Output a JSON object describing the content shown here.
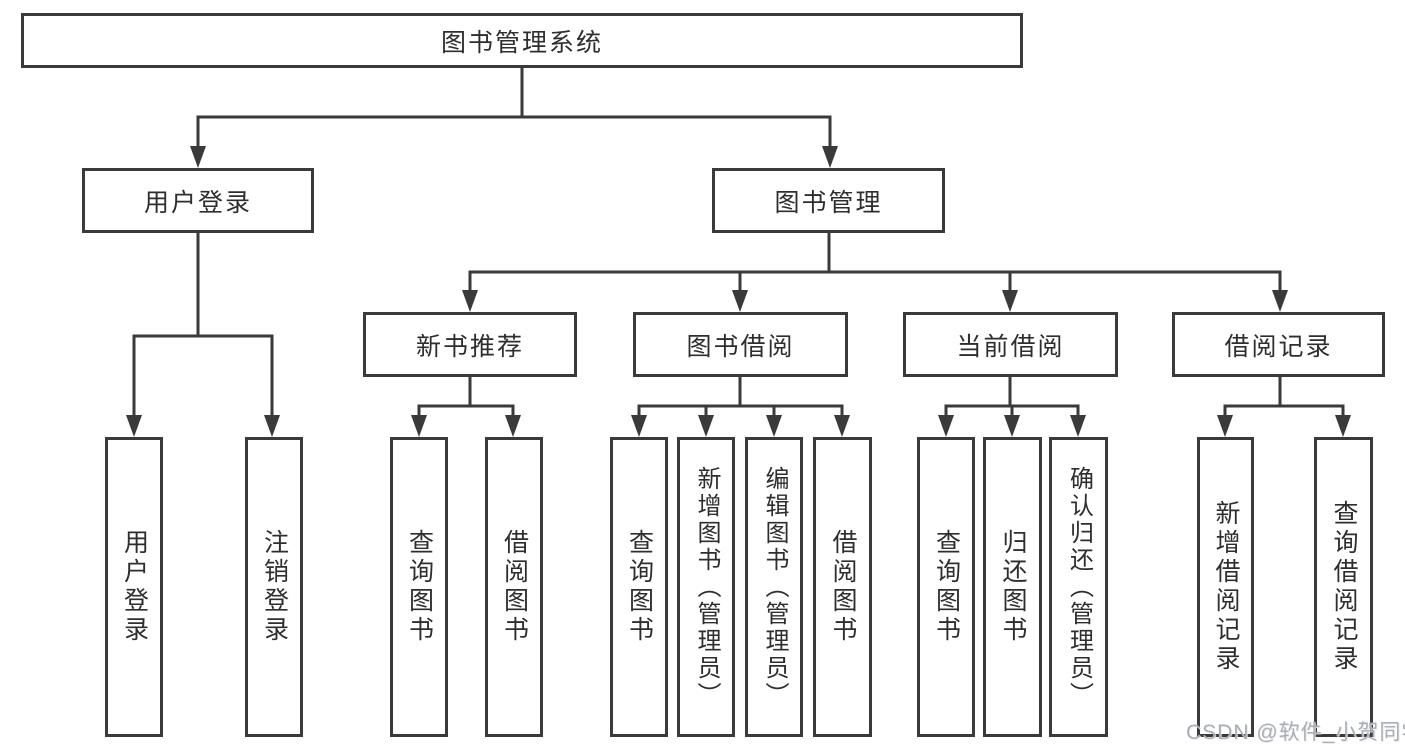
{
  "diagram": {
    "root": {
      "label": "图书管理系统"
    },
    "level2": {
      "user_login": {
        "label": "用户登录"
      },
      "book_mgmt": {
        "label": "图书管理"
      }
    },
    "level3": {
      "new_books": {
        "label": "新书推荐"
      },
      "book_borrow": {
        "label": "图书借阅"
      },
      "current_borrow": {
        "label": "当前借阅"
      },
      "borrow_records": {
        "label": "借阅记录"
      }
    },
    "leaves": {
      "user_login": {
        "label": "用户登录",
        "parent": "用户登录"
      },
      "logout": {
        "label": "注销登录",
        "parent": "用户登录"
      },
      "nb_query": {
        "label": "查询图书",
        "parent": "新书推荐"
      },
      "nb_borrow": {
        "label": "借阅图书",
        "parent": "新书推荐"
      },
      "bb_query": {
        "label": "查询图书",
        "parent": "图书借阅"
      },
      "bb_add": {
        "label": "新增图书（管理员）",
        "parent": "图书借阅"
      },
      "bb_edit": {
        "label": "编辑图书（管理员）",
        "parent": "图书借阅"
      },
      "bb_borrow": {
        "label": "借阅图书",
        "parent": "图书借阅"
      },
      "cb_query": {
        "label": "查询图书",
        "parent": "当前借阅"
      },
      "cb_return": {
        "label": "归还图书",
        "parent": "当前借阅"
      },
      "cb_confirm": {
        "label": "确认归还（管理员）",
        "parent": "当前借阅"
      },
      "br_add": {
        "label": "新增借阅记录",
        "parent": "借阅记录"
      },
      "br_query": {
        "label": "查询借阅记录",
        "parent": "借阅记录"
      }
    }
  },
  "watermark": "CSDN @软件_小贺同学",
  "colors": {
    "line": "#3a3a3a",
    "text": "#2e2e2e",
    "watermark": "#a9aeb8",
    "background": "#ffffff"
  }
}
